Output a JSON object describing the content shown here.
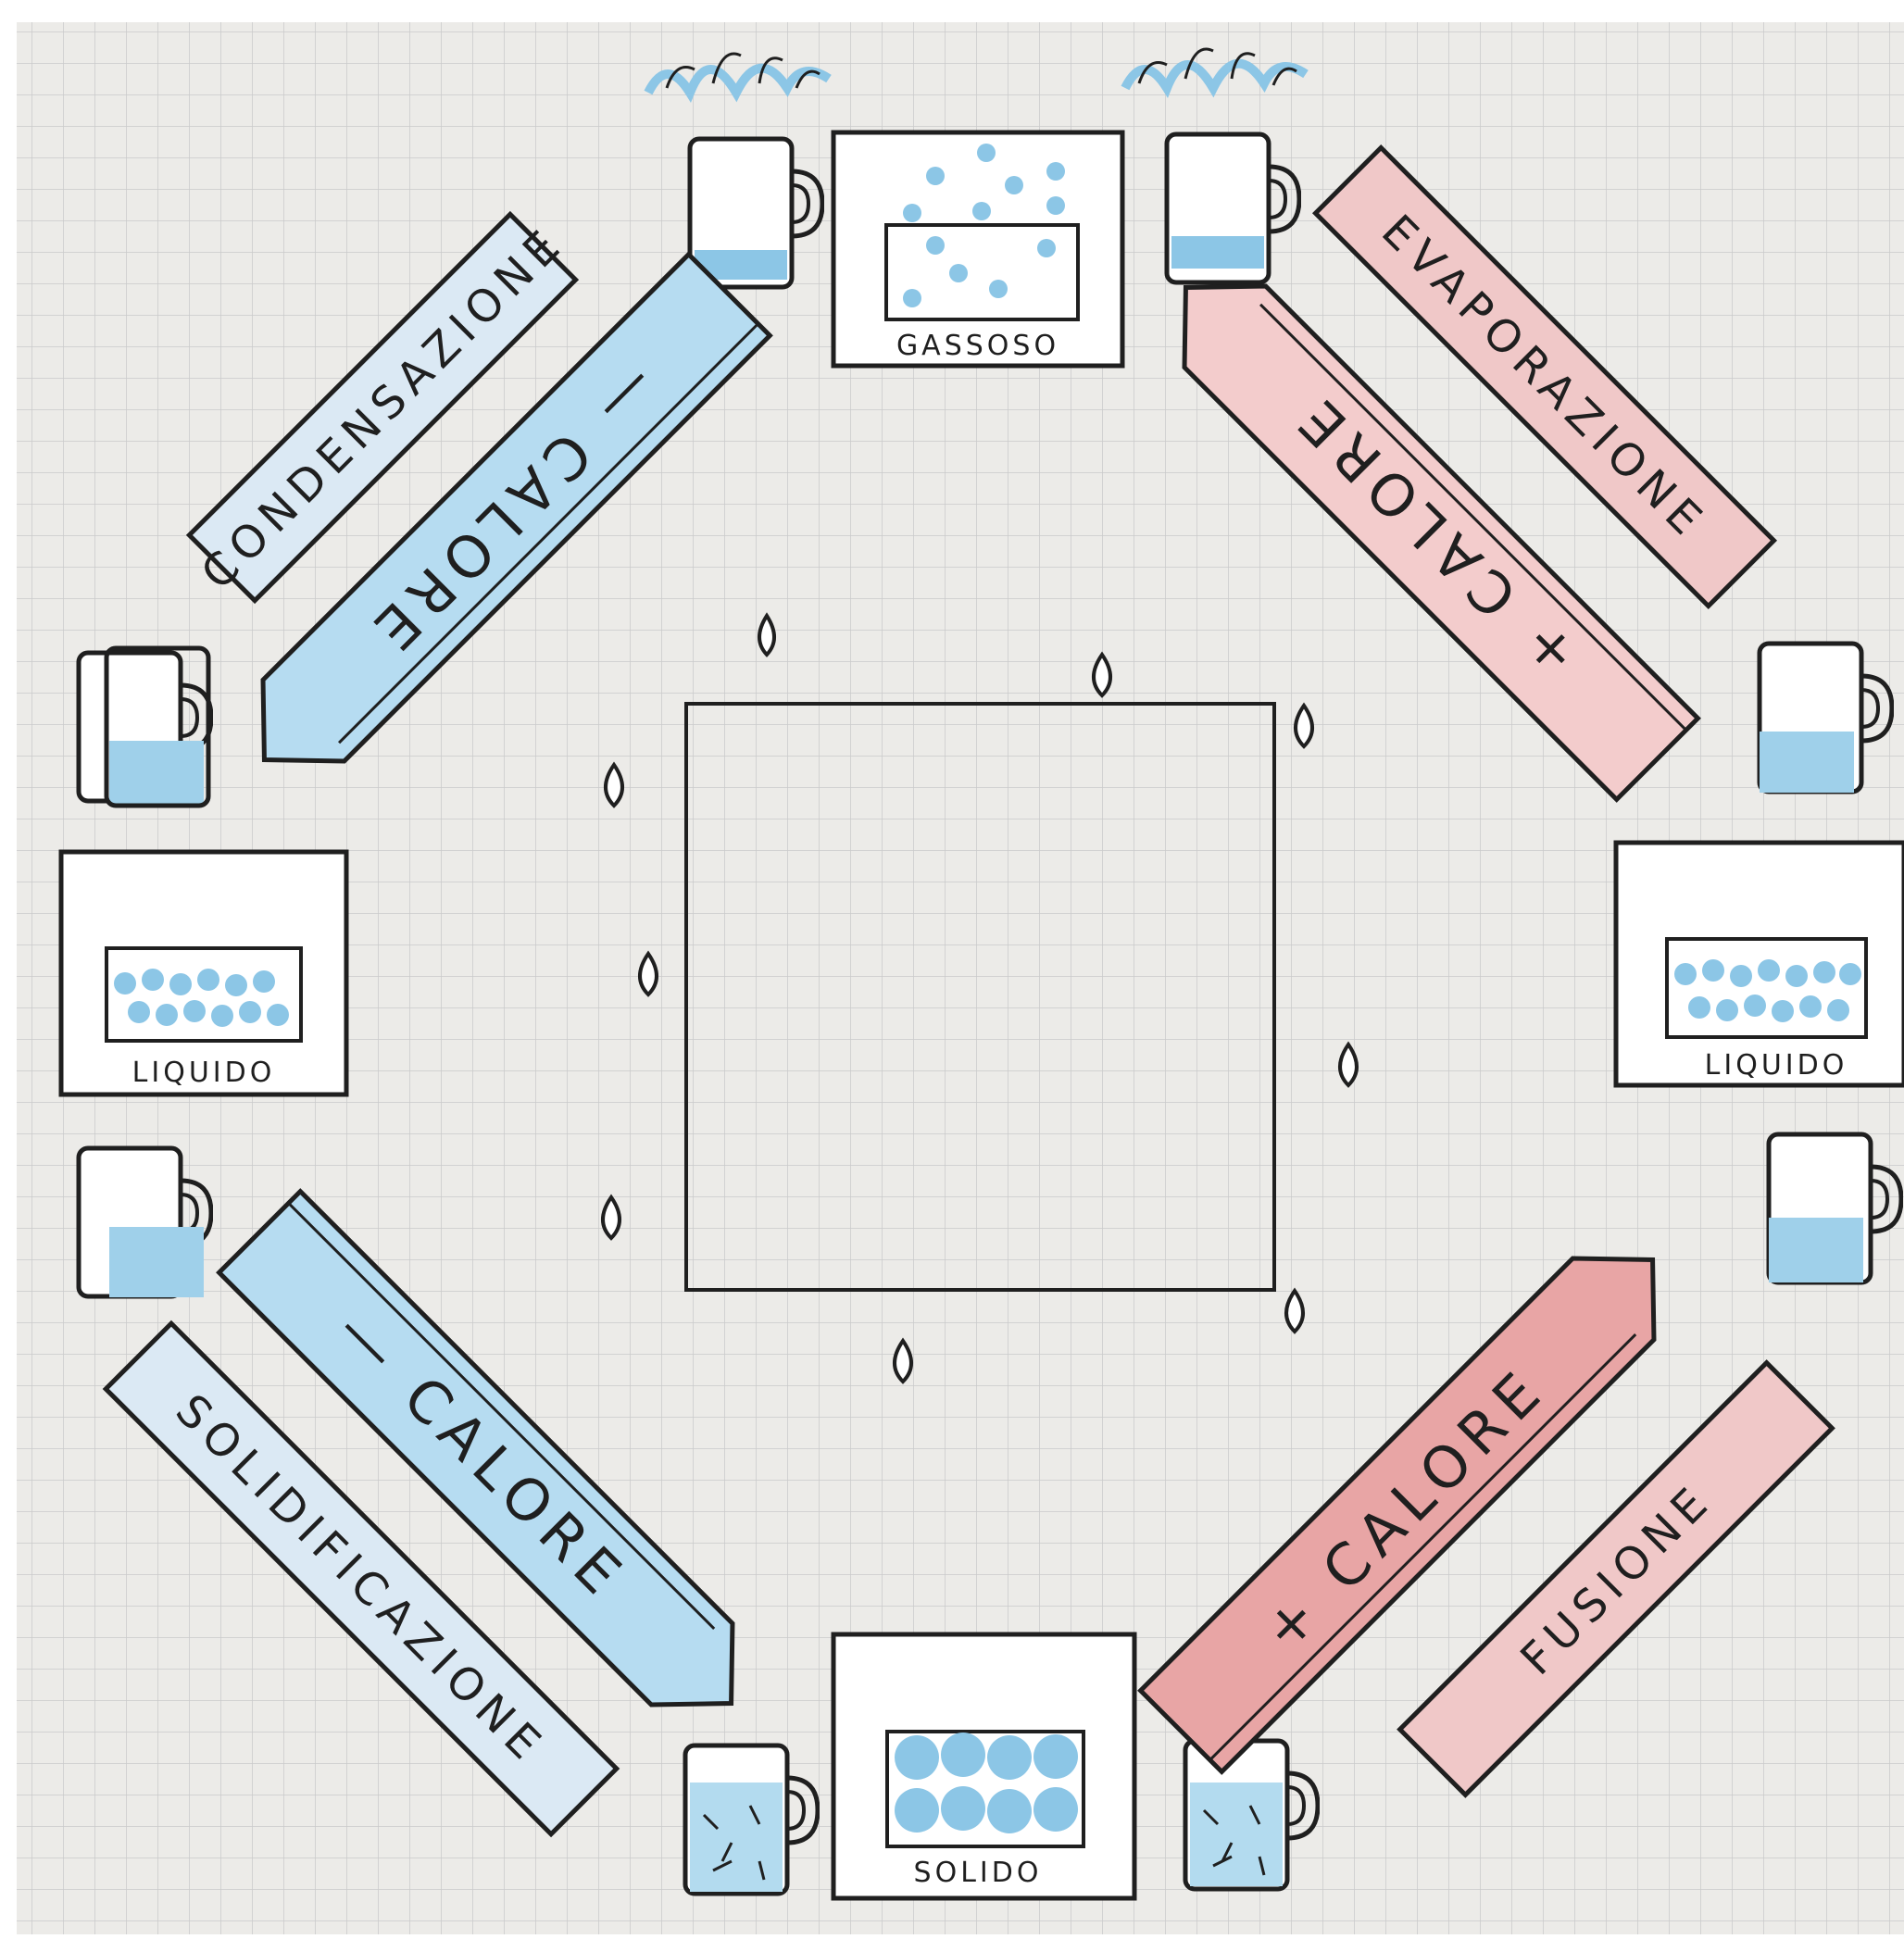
{
  "states": {
    "gas": "GASSOSO",
    "liquid_left": "LIQUIDO",
    "liquid_right": "LIQUIDO",
    "solid": "SOLIDO"
  },
  "transitions": {
    "condensation": {
      "name": "CONDENSAZIONE",
      "heat": "— CALORE"
    },
    "evaporation": {
      "name": "EVAPORAZIONE",
      "heat": "+ CALORE"
    },
    "solidification": {
      "name": "SOLIDIFICAZIONE",
      "heat": "— CALORE"
    },
    "fusion": {
      "name": "FUSIONE",
      "heat": "+ CALORE"
    }
  },
  "colors": {
    "paper": "#ecebe8",
    "grid": "#c9c9c9",
    "ink": "#1f1f1f",
    "cold_blue": "#9fd0ea",
    "warm_red": "#e7a3a3"
  }
}
